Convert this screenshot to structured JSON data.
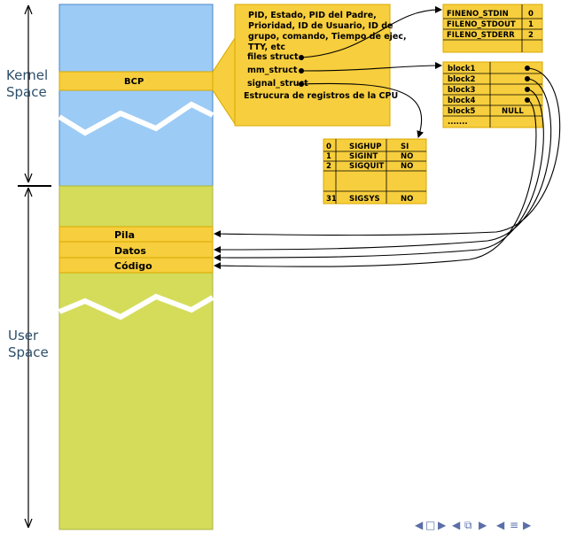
{
  "labels": {
    "kernel_line1": "Kernel",
    "kernel_line2": "Space",
    "user_line1": "User",
    "user_line2": "Space"
  },
  "bcp": {
    "label": "BCP",
    "info_lines": [
      "PID, Estado, PID del Padre,",
      "Prioridad, ID de Usuario, ID de",
      "grupo, comando, Tiempo de ejec,",
      "TTY, etc"
    ],
    "fields": [
      "files struct",
      "mm_struct",
      "signal_struct"
    ],
    "footer": "Estrucura de registros de la CPU"
  },
  "user_segments": [
    "Pila",
    "Datos",
    "Código"
  ],
  "files_table": [
    {
      "name": "FINENO_STDIN",
      "fd": "0"
    },
    {
      "name": "FILENO_STDOUT",
      "fd": "1"
    },
    {
      "name": "FILENO_STDERR",
      "fd": "2"
    }
  ],
  "blocks_table": [
    {
      "name": "block1",
      "val": ""
    },
    {
      "name": "block2",
      "val": ""
    },
    {
      "name": "block3",
      "val": ""
    },
    {
      "name": "block4",
      "val": ""
    },
    {
      "name": "block5",
      "val": "NULL"
    },
    {
      "name": ".......",
      "val": ""
    }
  ],
  "signals_table": [
    {
      "num": "0",
      "name": "SIGHUP",
      "val": "SI"
    },
    {
      "num": "1",
      "name": "SIGINT",
      "val": "NO"
    },
    {
      "num": "2",
      "name": "SIGQUIT",
      "val": "NO"
    },
    {
      "num": "",
      "name": "",
      "val": ""
    },
    {
      "num": "31",
      "name": "SIGSYS",
      "val": "NO"
    }
  ],
  "colors": {
    "kernel_fill": "#9ccbf5",
    "user_fill": "#d4dc5a",
    "box_fill": "#f7ce3d",
    "label_text": "#2d4f6b",
    "nav": "#5b6ea8"
  },
  "nav_icons": [
    "nav-left-icon",
    "nav-frame-icon",
    "nav-right-icon",
    "nav-left-icon",
    "nav-section-icon",
    "nav-right-icon",
    "nav-left-icon",
    "nav-list-icon",
    "nav-right-icon"
  ]
}
